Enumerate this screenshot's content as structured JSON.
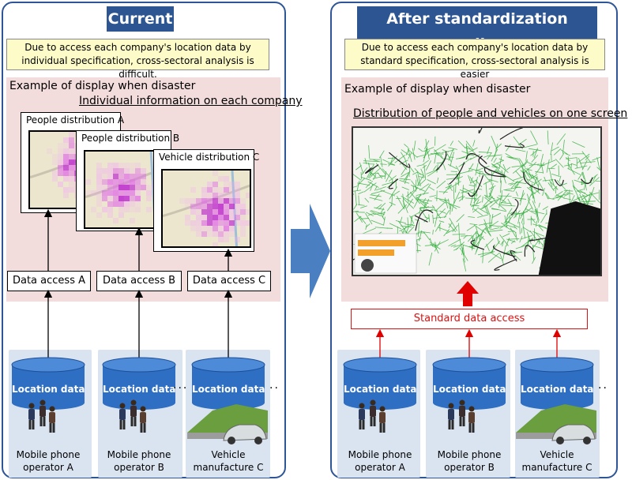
{
  "left": {
    "title": "Current",
    "description": "Due to access each company's location data by individual specification, cross-sectoral analysis is difficult.",
    "display_label": "Example of display when disaster",
    "individual_label": "Individual information on each company",
    "cards": [
      "People distribution A",
      "People distribution B",
      "Vehicle distribution C"
    ],
    "access": [
      "Data access A",
      "Data access B",
      "Data access C"
    ],
    "sources": [
      {
        "db": "Location data",
        "name_l1": "Mobile phone",
        "name_l2": "operator A"
      },
      {
        "db": "Location data",
        "name_l1": "Mobile phone",
        "name_l2": "operator B"
      },
      {
        "db": "Location data",
        "name_l1": "Vehicle",
        "name_l2": "manufacture C"
      }
    ]
  },
  "right": {
    "title": "After standardization compliance",
    "description": "Due to access each company's location data by standard specification, cross-sectoral analysis is easier",
    "display_label": "Example of display when disaster",
    "distribution_label": "Distribution of people and vehicles on one screen",
    "standard_access": "Standard data access",
    "sources": [
      {
        "db": "Location data",
        "name_l1": "Mobile phone",
        "name_l2": "operator A"
      },
      {
        "db": "Location data",
        "name_l1": "Mobile phone",
        "name_l2": "operator B"
      },
      {
        "db": "Location data",
        "name_l1": "Vehicle",
        "name_l2": "manufacture C"
      }
    ]
  },
  "colors": {
    "title_bg": "#2d5592",
    "panel_border": "#2e5597",
    "pink": "#f2dcdc",
    "desc_bg": "#fdfbc8",
    "cylinder": "#2e6fc4",
    "red": "#e00000",
    "arrow_big": "#4a7fc1"
  }
}
